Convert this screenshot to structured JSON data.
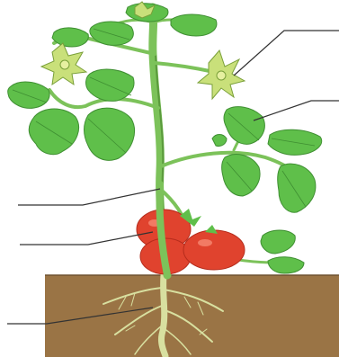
{
  "diagram": {
    "parts": [
      {
        "name": "flower",
        "label": ""
      },
      {
        "name": "leaf",
        "label": ""
      },
      {
        "name": "stem",
        "label": ""
      },
      {
        "name": "fruit",
        "label": ""
      },
      {
        "name": "root",
        "label": ""
      }
    ],
    "colors": {
      "soil": "#9a7445",
      "leaf": "#5fbf4a",
      "leaf_dark": "#3f8f32",
      "stem": "#7cc25a",
      "fruit": "#e0432e",
      "fruit_dark": "#b52c1c",
      "flower": "#c9e07a",
      "root": "#d8e0a0",
      "pointer_line": "#333333"
    }
  }
}
